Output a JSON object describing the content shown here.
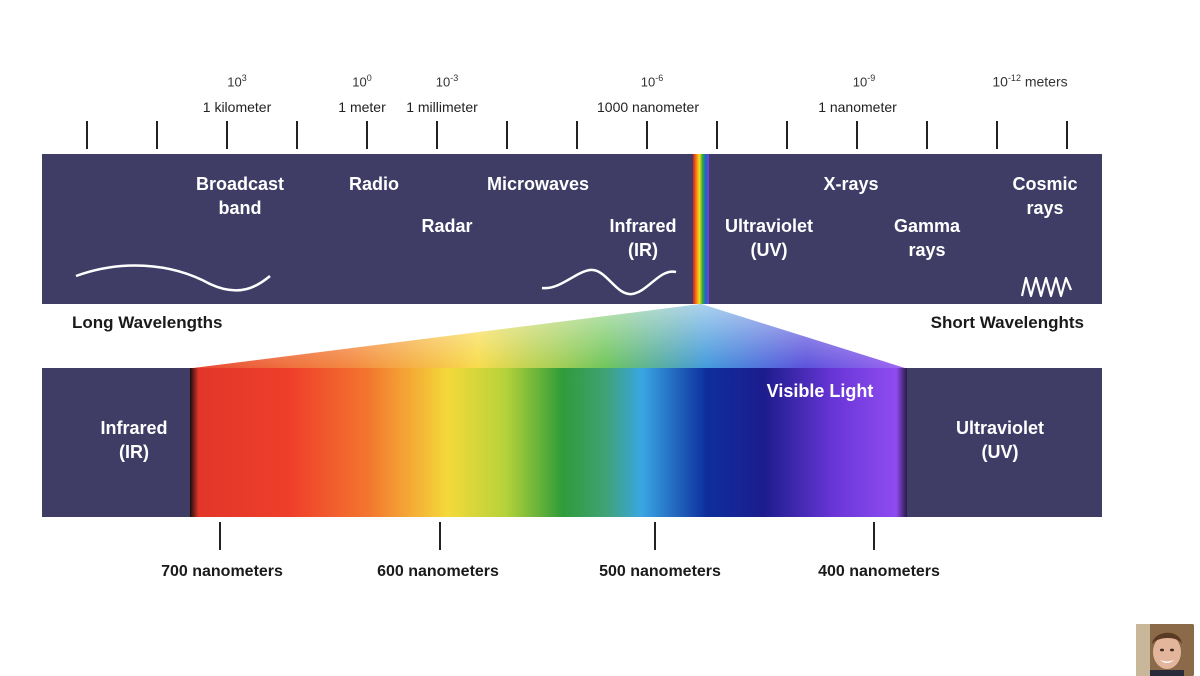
{
  "scale_marks": [
    {
      "base": "10",
      "exp": "3",
      "suffix": "",
      "unit": "1 kilometer"
    },
    {
      "base": "10",
      "exp": "0",
      "suffix": "",
      "unit": "1 meter"
    },
    {
      "base": "10",
      "exp": "-3",
      "suffix": "",
      "unit": "1 millimeter"
    },
    {
      "base": "10",
      "exp": "-6",
      "suffix": "",
      "unit": "1000 nanometer"
    },
    {
      "base": "10",
      "exp": "-9",
      "suffix": "",
      "unit": "1 nanometer"
    },
    {
      "base": "10",
      "exp": "-12",
      "suffix": " meters",
      "unit": ""
    }
  ],
  "bands": {
    "broadcast": "Broadcast\nband",
    "radio": "Radio",
    "microwaves": "Microwaves",
    "radar": "Radar",
    "infrared": "Infrared\n(IR)",
    "ultraviolet": "Ultraviolet\n(UV)",
    "xrays": "X-rays",
    "gamma": "Gamma\nrays",
    "cosmic": "Cosmic\nrays"
  },
  "side_labels": {
    "long": "Long Wavelengths",
    "short": "Short Wavelenghts"
  },
  "visible": {
    "infrared": "Infrared\n(IR)",
    "ultraviolet": "Ultraviolet\n(UV)",
    "title": "Visible Light"
  },
  "nm_ticks": [
    {
      "label": "700 nanometers"
    },
    {
      "label": "600 nanometers"
    },
    {
      "label": "500 nanometers"
    },
    {
      "label": "400 nanometers"
    }
  ],
  "colors": {
    "panel": "#3f3d66",
    "ink": "#1a1a1a"
  }
}
